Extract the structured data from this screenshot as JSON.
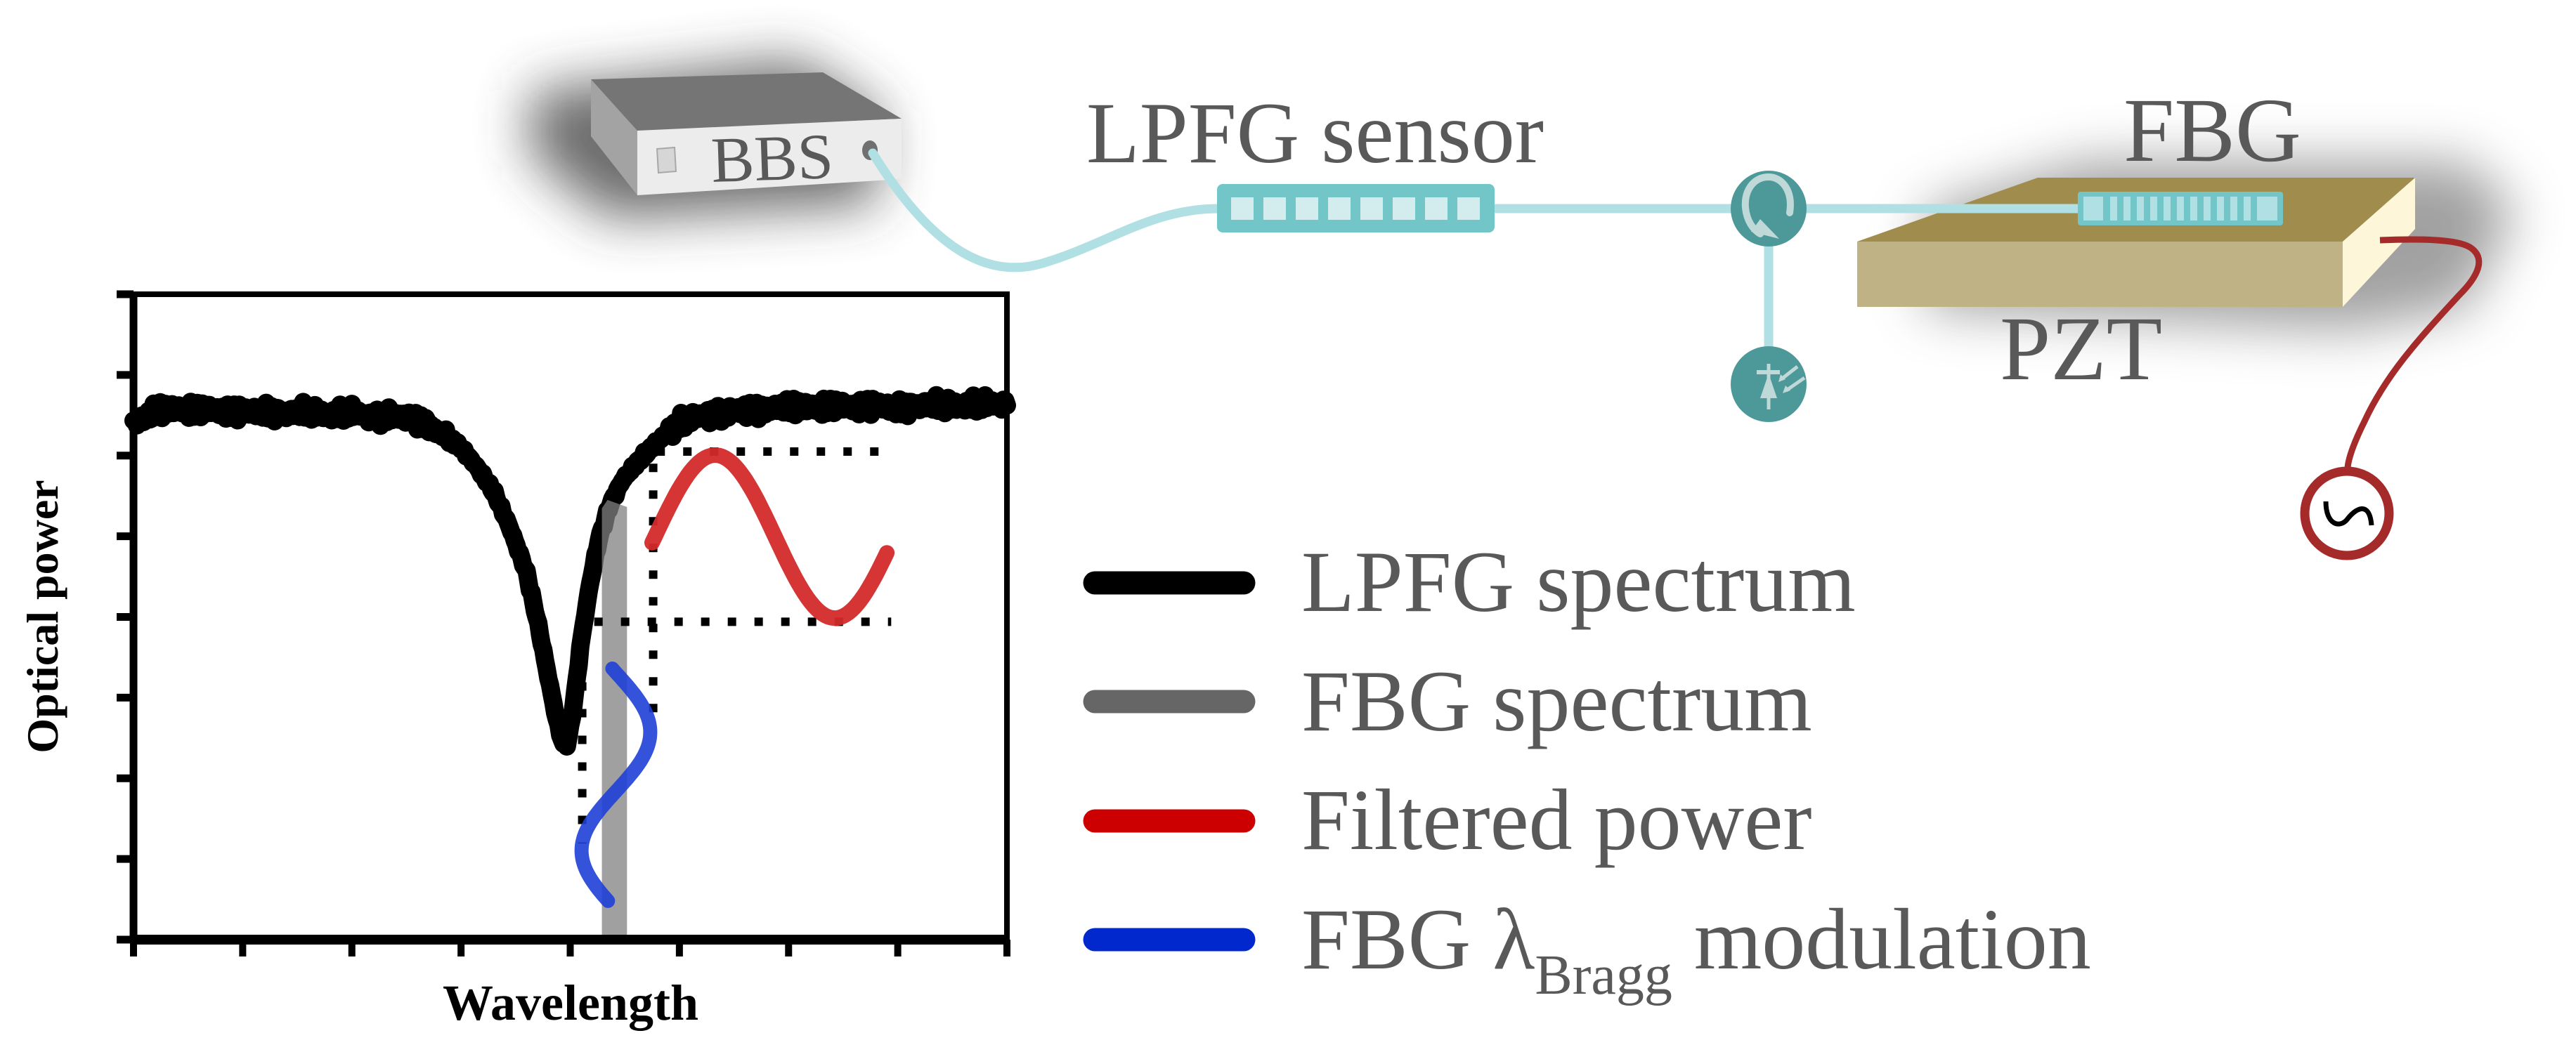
{
  "setup": {
    "source_label": "BBS",
    "sensor_label": "LPFG sensor",
    "grating_label": "FBG",
    "actuator_label": "PZT",
    "components": [
      {
        "name": "broadband source",
        "icon": "instrument-box-icon"
      },
      {
        "name": "LPFG sensor",
        "icon": "grating-icon"
      },
      {
        "name": "circulator",
        "icon": "circulator-icon"
      },
      {
        "name": "photodetector",
        "icon": "photodiode-icon"
      },
      {
        "name": "FBG",
        "icon": "grating-icon"
      },
      {
        "name": "PZT",
        "icon": "piezo-block-icon"
      },
      {
        "name": "signal generator",
        "icon": "sine-source-icon"
      }
    ],
    "colors": {
      "fiber": "#b0e0e3",
      "grating_body": "#73c6c7",
      "grating_cells": "#d3eced",
      "fbg_cells": "#b0e0e3",
      "node": "#4d9999",
      "node_icon": "#bfd8d8",
      "pzt_top": "#a08c4c",
      "pzt_front": "#bfb386",
      "pzt_side": "#fef6d9",
      "wire": "#a52a2a",
      "bbs_top": "#757575",
      "bbs_side": "#a3a3a3",
      "bbs_front": "#ececec",
      "label": "#595959"
    }
  },
  "legend": {
    "items": [
      {
        "label": "LPFG spectrum",
        "color": "#000000"
      },
      {
        "label": "FBG spectrum",
        "color": "#666666"
      },
      {
        "label": "Filtered power",
        "color": "#cc0000"
      },
      {
        "label_main": "FBG λ",
        "label_sub": "Bragg",
        "label_tail": " modulation",
        "color": "#0028cc"
      }
    ]
  },
  "chart_data": {
    "type": "line",
    "title": "",
    "xlabel": "Wavelength",
    "ylabel": "Optical power",
    "xlim": [
      0,
      8
    ],
    "ylim": [
      0,
      8
    ],
    "x_ticks": [
      0,
      1,
      2,
      3,
      4,
      5,
      6,
      7,
      8
    ],
    "y_ticks": [
      0,
      1,
      2,
      3,
      4,
      5,
      6,
      7,
      8
    ],
    "tick_labels_visible": false,
    "grid": false,
    "legend_position": "right",
    "series": [
      {
        "name": "LPFG spectrum",
        "color": "#000000",
        "style": "noisy-line",
        "points": [
          [
            0,
            6.4
          ],
          [
            0.1,
            6.45
          ],
          [
            0.2,
            6.55
          ],
          [
            0.4,
            6.58
          ],
          [
            0.6,
            6.55
          ],
          [
            0.8,
            6.57
          ],
          [
            1.0,
            6.54
          ],
          [
            1.2,
            6.56
          ],
          [
            1.4,
            6.52
          ],
          [
            1.6,
            6.55
          ],
          [
            1.8,
            6.5
          ],
          [
            2.0,
            6.53
          ],
          [
            2.2,
            6.48
          ],
          [
            2.4,
            6.5
          ],
          [
            2.6,
            6.45
          ],
          [
            2.7,
            6.38
          ],
          [
            2.85,
            6.25
          ],
          [
            3.0,
            6.1
          ],
          [
            3.15,
            5.85
          ],
          [
            3.3,
            5.55
          ],
          [
            3.45,
            5.1
          ],
          [
            3.6,
            4.55
          ],
          [
            3.7,
            3.95
          ],
          [
            3.8,
            3.25
          ],
          [
            3.88,
            2.7
          ],
          [
            3.94,
            2.4
          ],
          [
            3.98,
            2.45
          ],
          [
            4.04,
            3.0
          ],
          [
            4.1,
            3.7
          ],
          [
            4.18,
            4.4
          ],
          [
            4.26,
            4.95
          ],
          [
            4.36,
            5.38
          ],
          [
            4.48,
            5.7
          ],
          [
            4.62,
            5.92
          ],
          [
            4.8,
            6.18
          ],
          [
            5.0,
            6.4
          ],
          [
            5.2,
            6.5
          ],
          [
            5.5,
            6.55
          ],
          [
            5.8,
            6.58
          ],
          [
            6.1,
            6.6
          ],
          [
            6.4,
            6.6
          ],
          [
            6.7,
            6.62
          ],
          [
            7.0,
            6.6
          ],
          [
            7.3,
            6.63
          ],
          [
            7.6,
            6.62
          ],
          [
            8.0,
            6.65
          ]
        ]
      },
      {
        "name": "FBG spectrum",
        "color": "#808080",
        "style": "band",
        "x_range": [
          4.29,
          4.52
        ],
        "y_range": [
          0,
          5.45
        ]
      },
      {
        "name": "Filtered power",
        "color": "#d42a2a",
        "style": "sine",
        "x_start": 4.75,
        "x_end": 6.9,
        "y_center": 5.0,
        "y_amplitude": 1.0,
        "points": [
          [
            4.75,
            4.87
          ],
          [
            5.24,
            5.99
          ],
          [
            6.41,
            3.98
          ],
          [
            6.9,
            4.87
          ]
        ]
      },
      {
        "name": "FBG λBragg modulation",
        "color": "#1f3fd6",
        "style": "vertical-sine",
        "y_start": 3.36,
        "y_end": 0.48,
        "x_center": 4.42,
        "x_amplitude": 0.31,
        "points": [
          [
            4.37,
            3.36
          ],
          [
            4.73,
            2.63
          ],
          [
            4.41,
            1.93
          ],
          [
            4.12,
            1.13
          ],
          [
            4.37,
            0.48
          ]
        ]
      }
    ],
    "guides": [
      {
        "name": "max-power-guide",
        "orientation": "horizontal",
        "y": 6.05,
        "x_range": [
          4.79,
          6.86
        ]
      },
      {
        "name": "min-power-guide",
        "orientation": "horizontal",
        "y": 3.94,
        "x_range": [
          4.22,
          6.94
        ]
      },
      {
        "name": "max-wavelength-guide",
        "orientation": "vertical",
        "x": 4.76,
        "y_range": [
          2.62,
          5.9
        ]
      },
      {
        "name": "min-wavelength-guide",
        "orientation": "vertical",
        "x": 4.11,
        "y_range": [
          1.19,
          3.19
        ]
      }
    ]
  }
}
